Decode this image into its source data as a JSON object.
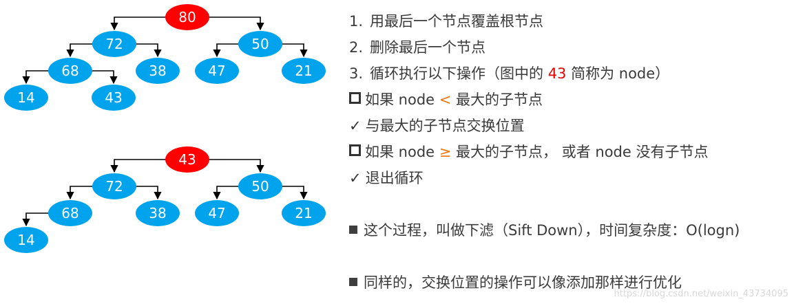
{
  "diagram": {
    "node_color": "#00a3ec",
    "root_color": "#ff0000",
    "tree_before": {
      "root": "80",
      "nodes": [
        {
          "id": "n80",
          "label": "80",
          "root": true
        },
        {
          "id": "n72",
          "label": "72"
        },
        {
          "id": "n50",
          "label": "50"
        },
        {
          "id": "n68",
          "label": "68"
        },
        {
          "id": "n38",
          "label": "38"
        },
        {
          "id": "n47",
          "label": "47"
        },
        {
          "id": "n21",
          "label": "21"
        },
        {
          "id": "n14",
          "label": "14"
        },
        {
          "id": "n43",
          "label": "43"
        }
      ]
    },
    "tree_after": {
      "root": "43",
      "nodes": [
        {
          "id": "m43",
          "label": "43",
          "root": true
        },
        {
          "id": "m72",
          "label": "72"
        },
        {
          "id": "m50",
          "label": "50"
        },
        {
          "id": "m68",
          "label": "68"
        },
        {
          "id": "m38",
          "label": "38"
        },
        {
          "id": "m47",
          "label": "47"
        },
        {
          "id": "m21",
          "label": "21"
        },
        {
          "id": "m14",
          "label": "14"
        }
      ]
    }
  },
  "steps": {
    "step1_num": "1.",
    "step1_text": "用最后一个节点覆盖根节点",
    "step2_num": "2.",
    "step2_text": "删除最后一个节点",
    "step3_num": "3.",
    "step3_pre": "循环执行以下操作（图中的 ",
    "step3_highlight": "43",
    "step3_post": " 简称为 node）",
    "cond1_pre": "如果 node ",
    "cond1_op": "<",
    "cond1_post": " 最大的子节点",
    "action1": "与最大的子节点交换位置",
    "cond2_pre": "如果 node ",
    "cond2_op": "≥",
    "cond2_post": " 最大的子节点， 或者 node 没有子节点",
    "action2": "退出循环",
    "note1": "这个过程，叫做下滤（Sift Down），时间复杂度：O(logn)",
    "note2": "同样的，交换位置的操作可以像添加那样进行优化",
    "highlight_red": "#e60000",
    "highlight_orange": "#ec7a16"
  },
  "watermark": "https://blog.csdn.net/weixin_43734095"
}
